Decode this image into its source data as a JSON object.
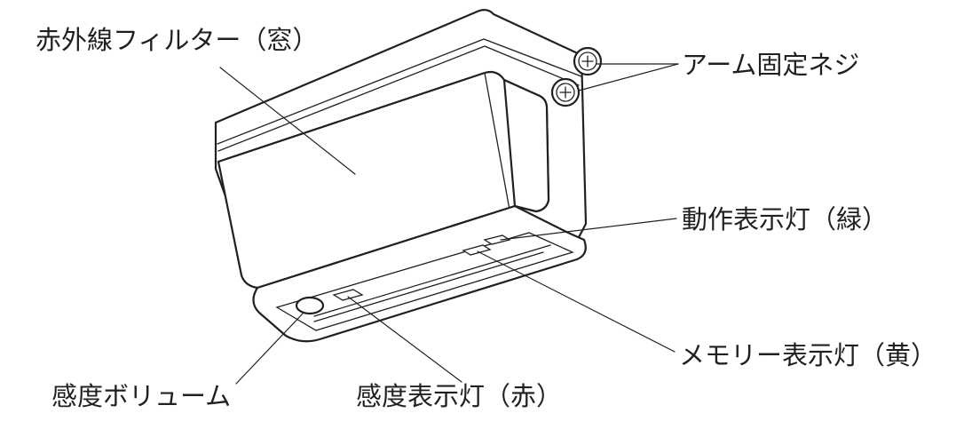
{
  "labels": {
    "ir_filter": "赤外線フィルター（窓）",
    "arm_screw": "アーム固定ネジ",
    "operation_lamp": "動作表示灯（緑）",
    "memory_lamp": "メモリー表示灯（黄）",
    "sensitivity_volume": "感度ボリューム",
    "sensitivity_lamp": "感度表示灯（赤）"
  },
  "colors": {
    "line": "#231f20",
    "background": "#ffffff"
  }
}
